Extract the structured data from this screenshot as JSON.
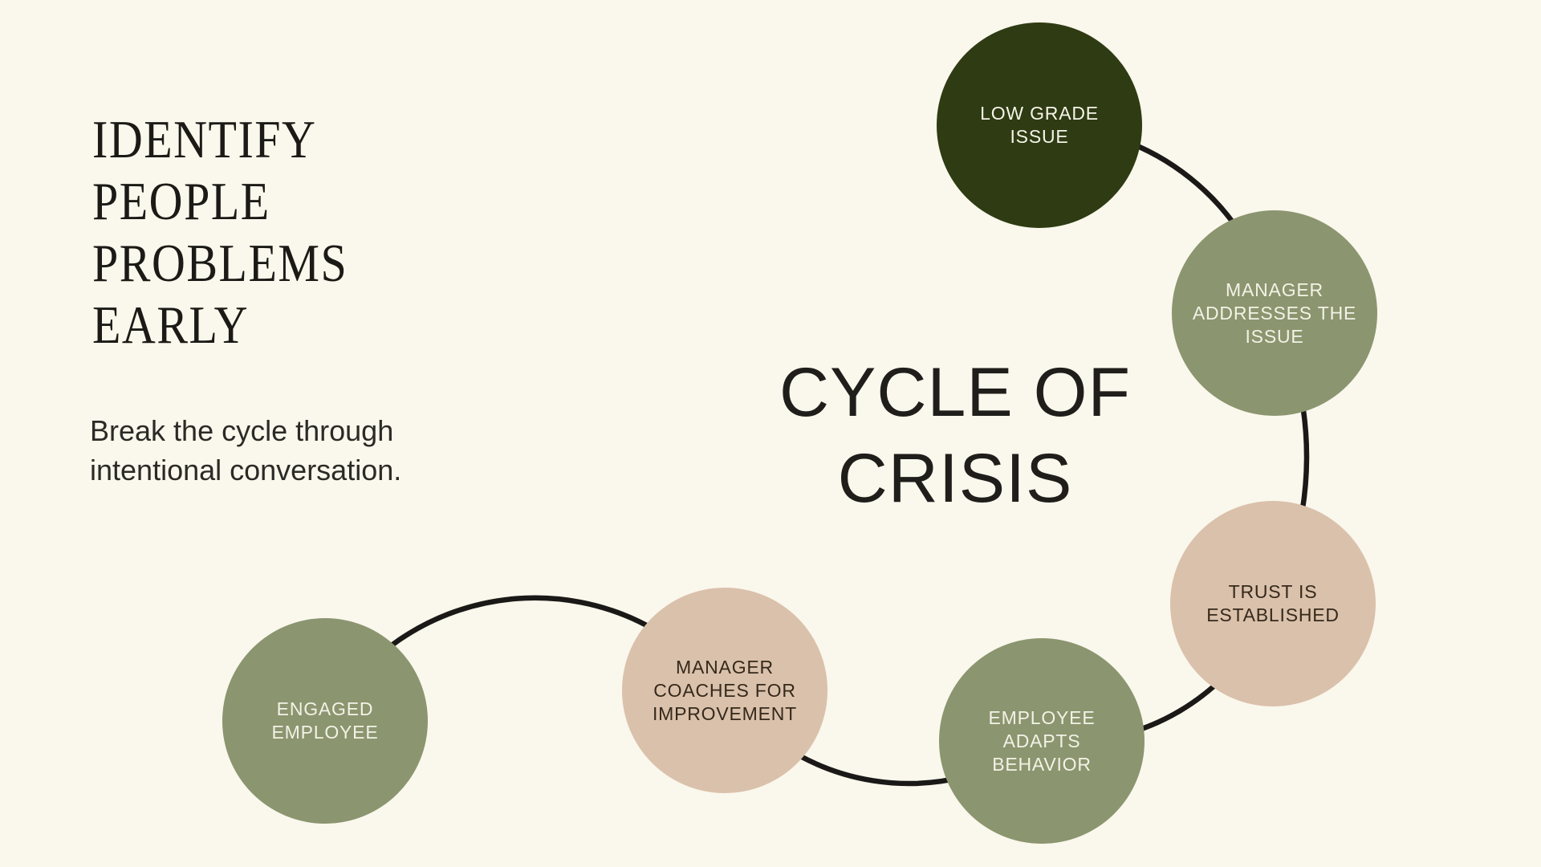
{
  "colors": {
    "background": "#faf7ec",
    "node_dark_green": "#2e3b13",
    "node_olive": "#8b956f",
    "node_beige": "#dac1ab",
    "connector_line": "#1a1917",
    "text_dark": "#1b1a16",
    "text_light": "#f5f4e8"
  },
  "left_panel": {
    "heading": "IDENTIFY\nPEOPLE\nPROBLEMS\nEARLY",
    "subtitle": "Break the cycle through\nintentional conversation."
  },
  "diagram": {
    "title": "CYCLE OF\nCRISIS",
    "nodes": [
      {
        "id": "low-grade-issue",
        "label": "LOW GRADE\nISSUE"
      },
      {
        "id": "manager-addresses-the-issue",
        "label": "MANAGER\nADDRESSES THE\nISSUE"
      },
      {
        "id": "trust-is-established",
        "label": "TRUST IS\nESTABLISHED"
      },
      {
        "id": "employee-adapts-behavior",
        "label": "EMPLOYEE\nADAPTS\nBEHAVIOR"
      },
      {
        "id": "manager-coaches-for-improvement",
        "label": "MANAGER\nCOACHES FOR\nIMPROVEMENT"
      },
      {
        "id": "engaged-employee",
        "label": "ENGAGED\nEMPLOYEE"
      }
    ]
  }
}
